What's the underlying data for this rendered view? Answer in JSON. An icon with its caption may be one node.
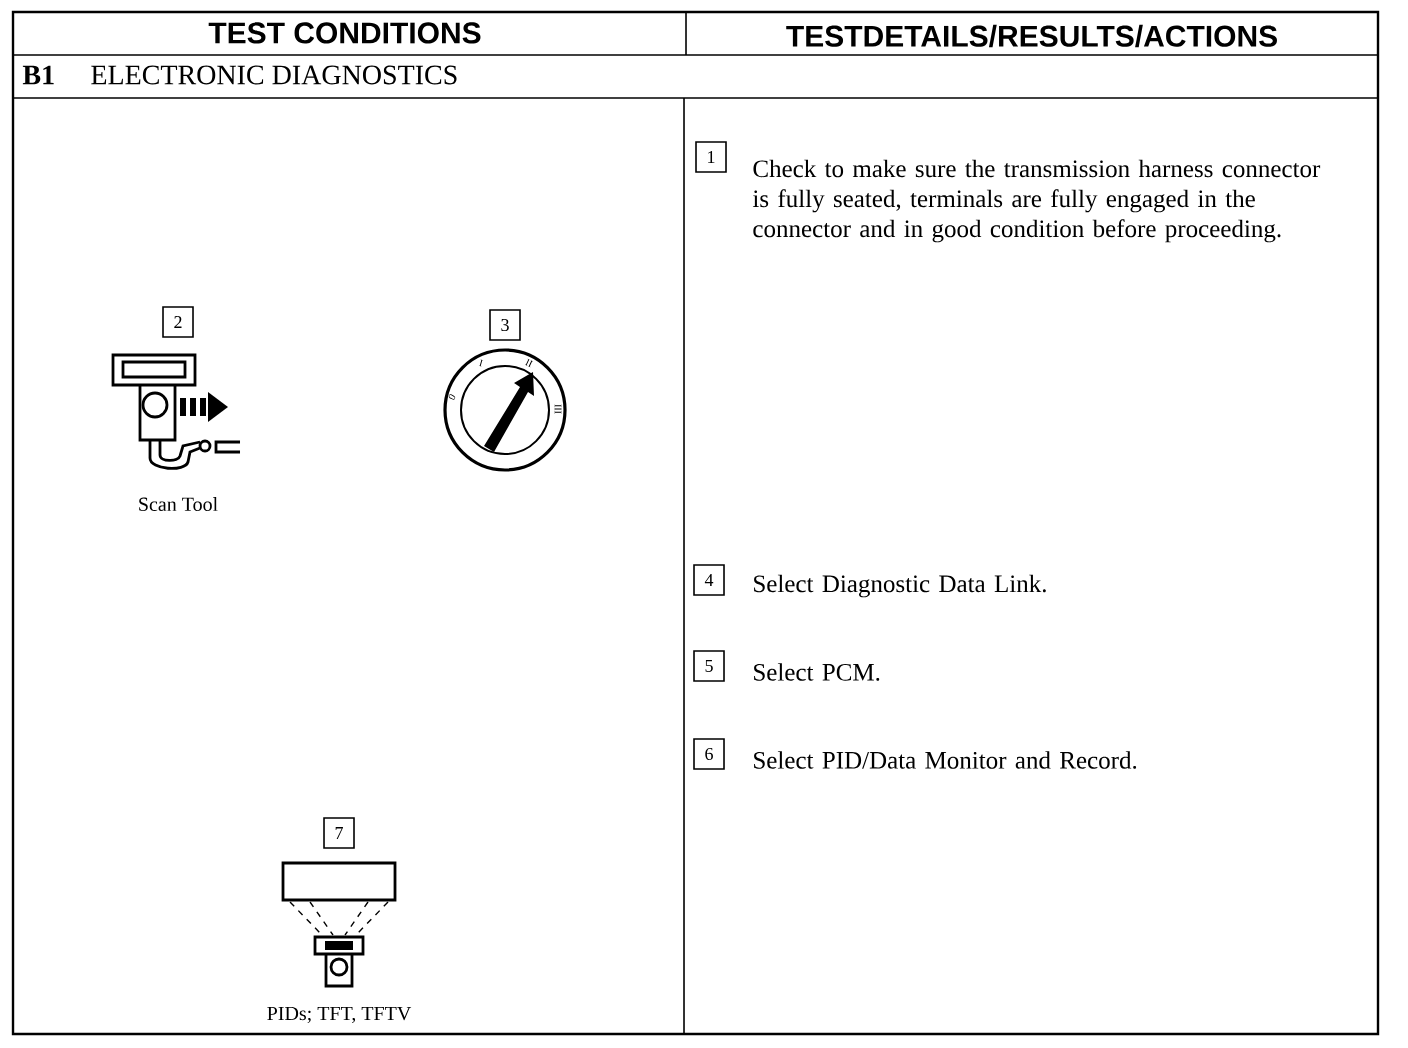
{
  "diagram": {
    "nodes": [
      {
        "text": [
          "1"
        ],
        "beside": [
          "Check to make sure the transmission harness connector is fully seated, terminals are fully engaged in the connector and in good condition before proceeding."
        ]
      },
      {
        "text": [
          "2"
        ]
      },
      {
        "text": [
          "3"
        ]
      },
      {
        "text": [
          "4"
        ],
        "beside": [
          "Select Diagnostic Data Link."
        ]
      },
      {
        "text": [
          "5"
        ],
        "beside": [
          "Select PCM."
        ]
      },
      {
        "text": [
          "6"
        ],
        "beside": [
          "Select PID/Data Monitor and Record."
        ]
      },
      {
        "text": [
          "7"
        ]
      }
    ],
    "edges": [],
    "labels": [
      "TEST CONDITIONS",
      "TESTDETAILS/RESULTS/ACTIONS",
      "B1",
      "ELECTRONIC DIAGNOSTICS",
      "I",
      "II",
      "0",
      "III",
      "Scan Tool",
      "PIDs; TFT, TFTV"
    ]
  }
}
